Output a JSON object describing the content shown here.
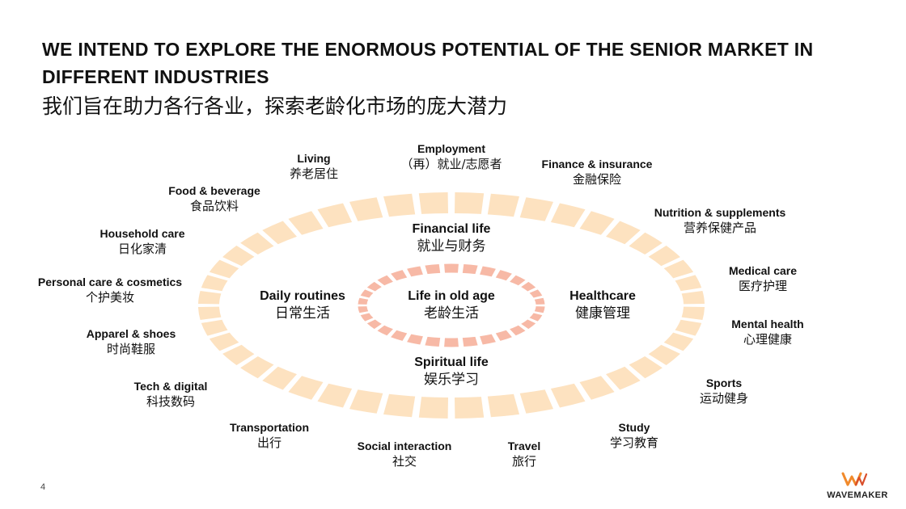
{
  "title": "WE INTEND TO EXPLORE THE ENORMOUS POTENTIAL OF THE SENIOR MARKET IN DIFFERENT INDUSTRIES",
  "subtitle": "我们旨在助力各行各业，探索老龄化市场的庞大潜力",
  "center": {
    "en": "Life in old age",
    "cn": "老龄生活"
  },
  "middle": [
    {
      "en": "Financial life",
      "cn": "就业与财务"
    },
    {
      "en": "Healthcare",
      "cn": "健康管理"
    },
    {
      "en": "Spiritual life",
      "cn": "娱乐学习"
    },
    {
      "en": "Daily routines",
      "cn": "日常生活"
    }
  ],
  "industries": [
    {
      "en": "Employment",
      "cn": "（再）就业/志愿者"
    },
    {
      "en": "Finance & insurance",
      "cn": "金融保险"
    },
    {
      "en": "Nutrition & supplements",
      "cn": "营养保健产品"
    },
    {
      "en": "Medical care",
      "cn": "医疗护理"
    },
    {
      "en": "Mental health",
      "cn": "心理健康"
    },
    {
      "en": "Sports",
      "cn": "运动健身"
    },
    {
      "en": "Study",
      "cn": "学习教育"
    },
    {
      "en": "Travel",
      "cn": "旅行"
    },
    {
      "en": "Social interaction",
      "cn": "社交"
    },
    {
      "en": "Transportation",
      "cn": "出行"
    },
    {
      "en": "Tech & digital",
      "cn": "科技数码"
    },
    {
      "en": "Apparel & shoes",
      "cn": "时尚鞋服"
    },
    {
      "en": "Personal care & cosmetics",
      "cn": "个护美妆"
    },
    {
      "en": "Household care",
      "cn": "日化家清"
    },
    {
      "en": "Food & beverage",
      "cn": "食品饮料"
    },
    {
      "en": "Living",
      "cn": "养老居住"
    }
  ],
  "page_number": "4",
  "brand": {
    "name": "WAVEMAKER",
    "mark": "WM"
  },
  "colors": {
    "outer_ring": "#fde2c0",
    "inner_ring": "#f7b9a6",
    "logo_accent": "#f18a2b"
  }
}
